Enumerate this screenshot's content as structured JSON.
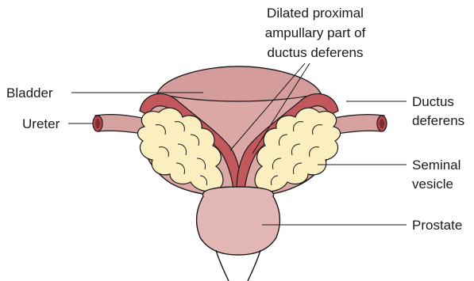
{
  "labels": {
    "ampulla_line1": "Dilated proximal",
    "ampulla_line2": "ampullary part of",
    "ampulla_line3": "ductus deferens",
    "bladder": "Bladder",
    "ureter": "Ureter",
    "ductus_line1": "Ductus",
    "ductus_line2": "deferens",
    "seminal_line1": "Seminal",
    "seminal_line2": "vesicle",
    "prostate": "Prostate"
  },
  "colors": {
    "bladder": "#dca8a6",
    "ductus_deferens": "#c2585c",
    "seminal_vesicle": "#fbefc0",
    "prostate": "#e3b7b5",
    "outline": "#1a1a1a"
  }
}
